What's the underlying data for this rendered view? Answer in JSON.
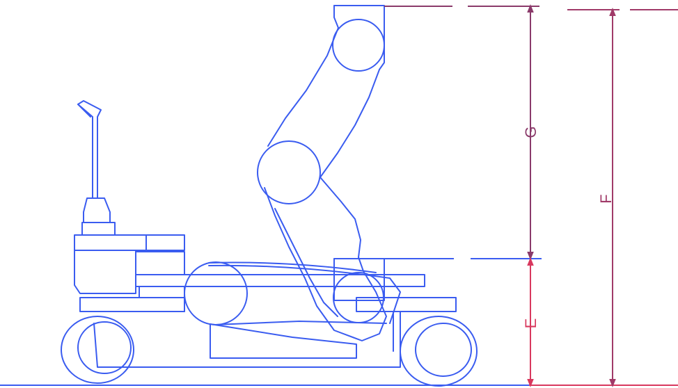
{
  "dimensions": {
    "g": {
      "label": "G",
      "color": "#8a3a6a"
    },
    "e": {
      "label": "E",
      "color": "#d8385e"
    },
    "f": {
      "label": "F",
      "color": "#a03a68"
    }
  },
  "colors": {
    "machine_outline": "#3a5cf0",
    "ground_line": "#3a5cf0"
  }
}
